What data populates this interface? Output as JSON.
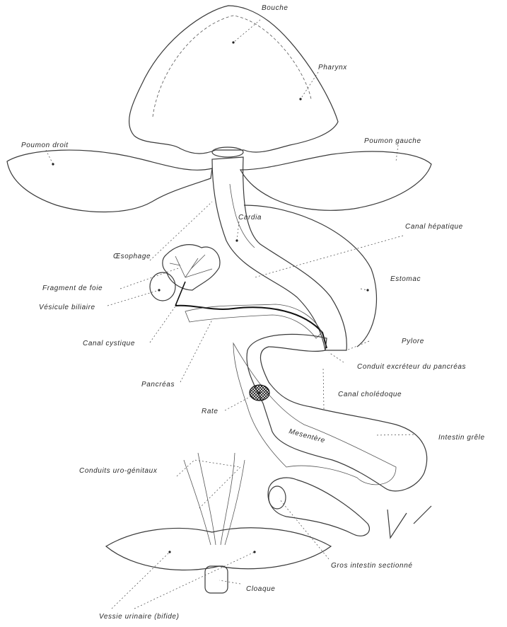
{
  "labels": {
    "bouche": "Bouche",
    "pharynx": "Pharynx",
    "poumon_droit": "Poumon droit",
    "poumon_gauche": "Poumon gauche",
    "cardia": "Cardia",
    "canal_hepatique": "Canal hépatique",
    "oesophage": "Œsophage",
    "fragment_foie": "Fragment de foie",
    "estomac": "Estomac",
    "vesicule_biliaire": "Vésicule biliaire",
    "pylore": "Pylore",
    "canal_cystique": "Canal cystique",
    "conduit_pancreas": "Conduit excréteur du pancréas",
    "pancreas": "Pancréas",
    "canal_choledoque": "Canal cholédoque",
    "rate": "Rate",
    "mesentere": "Mesentère",
    "intestin_grele": "Intestin grêle",
    "conduits_uro_genitaux": "Conduits uro-génitaux",
    "gros_intestin": "Gros intestin sectionné",
    "cloaque": "Cloaque",
    "vessie_urinaire": "Vessie urinaire (bifide)"
  }
}
